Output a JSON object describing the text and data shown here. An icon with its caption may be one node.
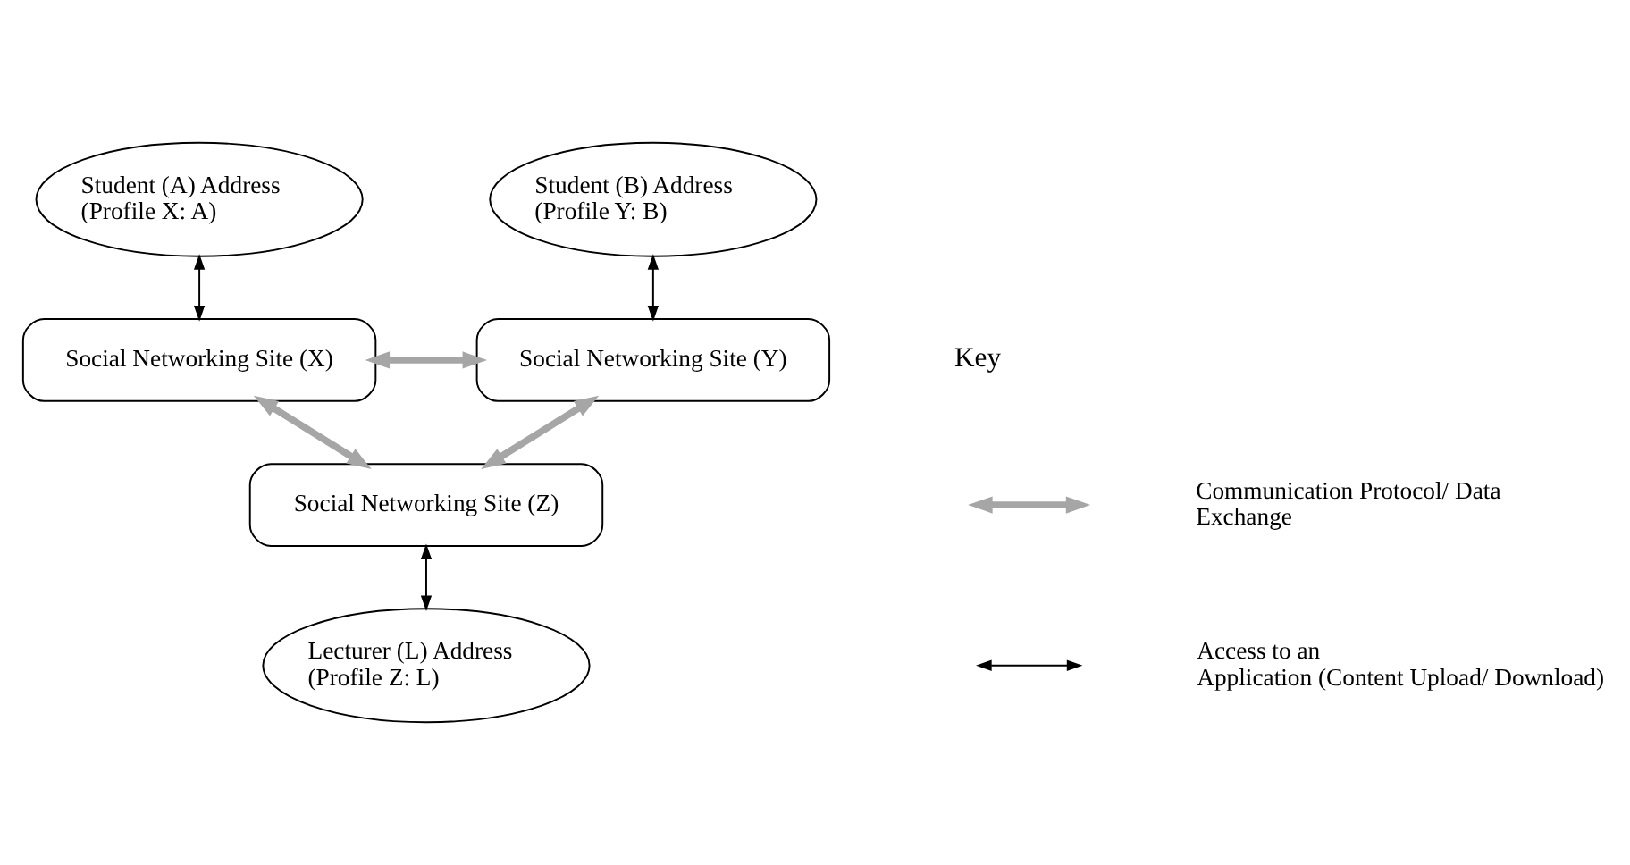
{
  "diagram": {
    "nodes": [
      {
        "text": [
          "Student (A) Address (Profile X: A)"
        ]
      },
      {
        "text": [
          "Student (B) Address (Profile Y: B)"
        ]
      },
      {
        "text": [
          "Social Networking Site (X)"
        ]
      },
      {
        "text": [
          "Social Networking Site (Y)"
        ]
      },
      {
        "text": [
          "Social Networking Site (Z)"
        ]
      },
      {
        "text": [
          "Lecturer (L) Address (Profile Z: L)"
        ]
      }
    ],
    "edges": [
      {
        "from": 0,
        "to": 2,
        "arrow": "both"
      },
      {
        "from": 1,
        "to": 3,
        "arrow": "both"
      },
      {
        "from": 2,
        "to": 3,
        "arrow": "both",
        "style": "thick",
        "color": "#a6a6a6"
      },
      {
        "from": 2,
        "to": 4,
        "arrow": "both",
        "style": "thick",
        "color": "#a6a6a6"
      },
      {
        "from": 3,
        "to": 4,
        "arrow": "both",
        "style": "thick",
        "color": "#a6a6a6"
      },
      {
        "from": 4,
        "to": 5,
        "arrow": "both"
      }
    ],
    "labels": [
      "Key"
    ],
    "legend": [
      {
        "text": "Communication Protocol/ Data Exchange"
      },
      {
        "text": "Access to an Application (Content Upload/ Download)"
      }
    ]
  }
}
